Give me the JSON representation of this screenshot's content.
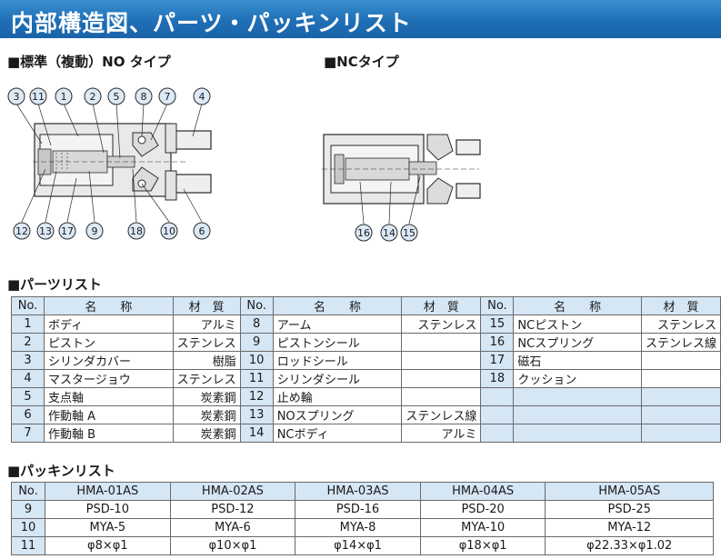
{
  "title": "内部構造図、パーツ・パッキンリスト",
  "sections": {
    "no_type": "■標準（複動）NO タイプ",
    "nc_type": "■NCタイプ",
    "parts_list": "■パーツリスト",
    "packing_list": "■パッキンリスト"
  },
  "no_callouts_top": [
    "3",
    "11",
    "1",
    "2",
    "5",
    "8",
    "7",
    "4"
  ],
  "no_callouts_bottom": [
    "12",
    "13",
    "17",
    "9",
    "18",
    "10",
    "6"
  ],
  "nc_callouts_bottom": [
    "16",
    "14",
    "15"
  ],
  "parts": {
    "headers": {
      "no": "No.",
      "name": "名　　称",
      "material": "材　質"
    },
    "columns": [
      [
        {
          "no": "1",
          "name": "ボディ",
          "material": "アルミ"
        },
        {
          "no": "2",
          "name": "ピストン",
          "material": "ステンレス"
        },
        {
          "no": "3",
          "name": "シリンダカバー",
          "material": "樹脂"
        },
        {
          "no": "4",
          "name": "マスタージョウ",
          "material": "ステンレス"
        },
        {
          "no": "5",
          "name": "支点軸",
          "material": "炭素鋼"
        },
        {
          "no": "6",
          "name": "作動軸 A",
          "material": "炭素鋼"
        },
        {
          "no": "7",
          "name": "作動軸 B",
          "material": "炭素鋼"
        }
      ],
      [
        {
          "no": "8",
          "name": "アーム",
          "material": "ステンレス"
        },
        {
          "no": "9",
          "name": "ピストンシール",
          "material": ""
        },
        {
          "no": "10",
          "name": "ロッドシール",
          "material": ""
        },
        {
          "no": "11",
          "name": "シリンダシール",
          "material": ""
        },
        {
          "no": "12",
          "name": "止め輪",
          "material": ""
        },
        {
          "no": "13",
          "name": "NOスプリング",
          "material": "ステンレス線"
        },
        {
          "no": "14",
          "name": "NCボディ",
          "material": "アルミ"
        }
      ],
      [
        {
          "no": "15",
          "name": "NCピストン",
          "material": "ステンレス"
        },
        {
          "no": "16",
          "name": "NCスプリング",
          "material": "ステンレス線"
        },
        {
          "no": "17",
          "name": "磁石",
          "material": ""
        },
        {
          "no": "18",
          "name": "クッション",
          "material": ""
        },
        {
          "no": "",
          "name": "",
          "material": ""
        },
        {
          "no": "",
          "name": "",
          "material": ""
        },
        {
          "no": "",
          "name": "",
          "material": ""
        }
      ]
    ]
  },
  "packing": {
    "headers": [
      "No.",
      "HMA-01AS",
      "HMA-02AS",
      "HMA-03AS",
      "HMA-04AS",
      "HMA-05AS"
    ],
    "rows": [
      [
        "9",
        "PSD-10",
        "PSD-12",
        "PSD-16",
        "PSD-20",
        "PSD-25"
      ],
      [
        "10",
        "MYA-5",
        "MYA-6",
        "MYA-8",
        "MYA-10",
        "MYA-12"
      ],
      [
        "11",
        "φ8×φ1",
        "φ10×φ1",
        "φ14×φ1",
        "φ18×φ1",
        "φ22.33×φ1.02"
      ]
    ]
  }
}
